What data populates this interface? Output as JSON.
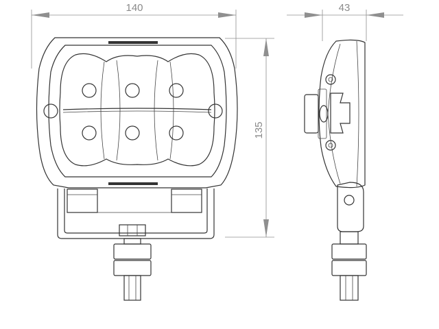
{
  "dimensions": {
    "width": "140",
    "depth": "43",
    "height": "135"
  },
  "colors": {
    "outline": "#333333",
    "dimension": "#8f8f8f",
    "background": "#ffffff"
  }
}
